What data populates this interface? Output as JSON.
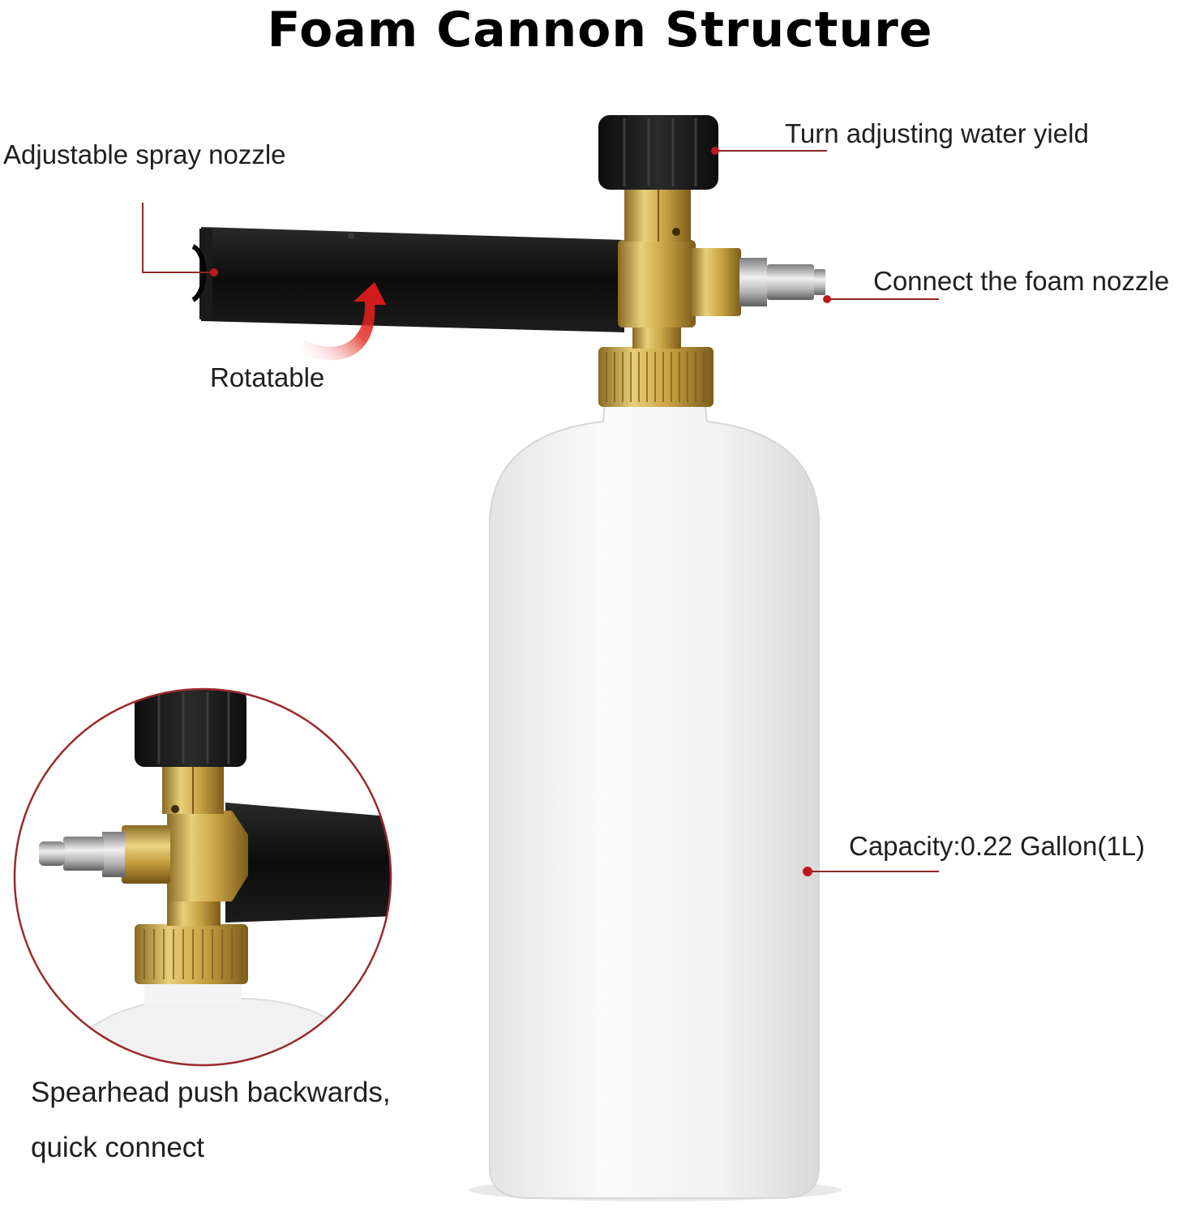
{
  "title": "Foam Cannon Structure",
  "labels": {
    "spray_nozzle": "Adjustable spray nozzle",
    "water_yield": "Turn adjusting water yield",
    "foam_nozzle": "Connect the foam nozzle",
    "rotatable": "Rotatable",
    "capacity": "Capacity:0.22 Gallon(1L)",
    "spearhead_line1": "Spearhead push backwards,",
    "spearhead_line2": "quick connect"
  },
  "colors": {
    "callout": "#c0181c",
    "brass": "#c9a445",
    "black_body": "#111111",
    "bottle": "#f4f4f4"
  }
}
